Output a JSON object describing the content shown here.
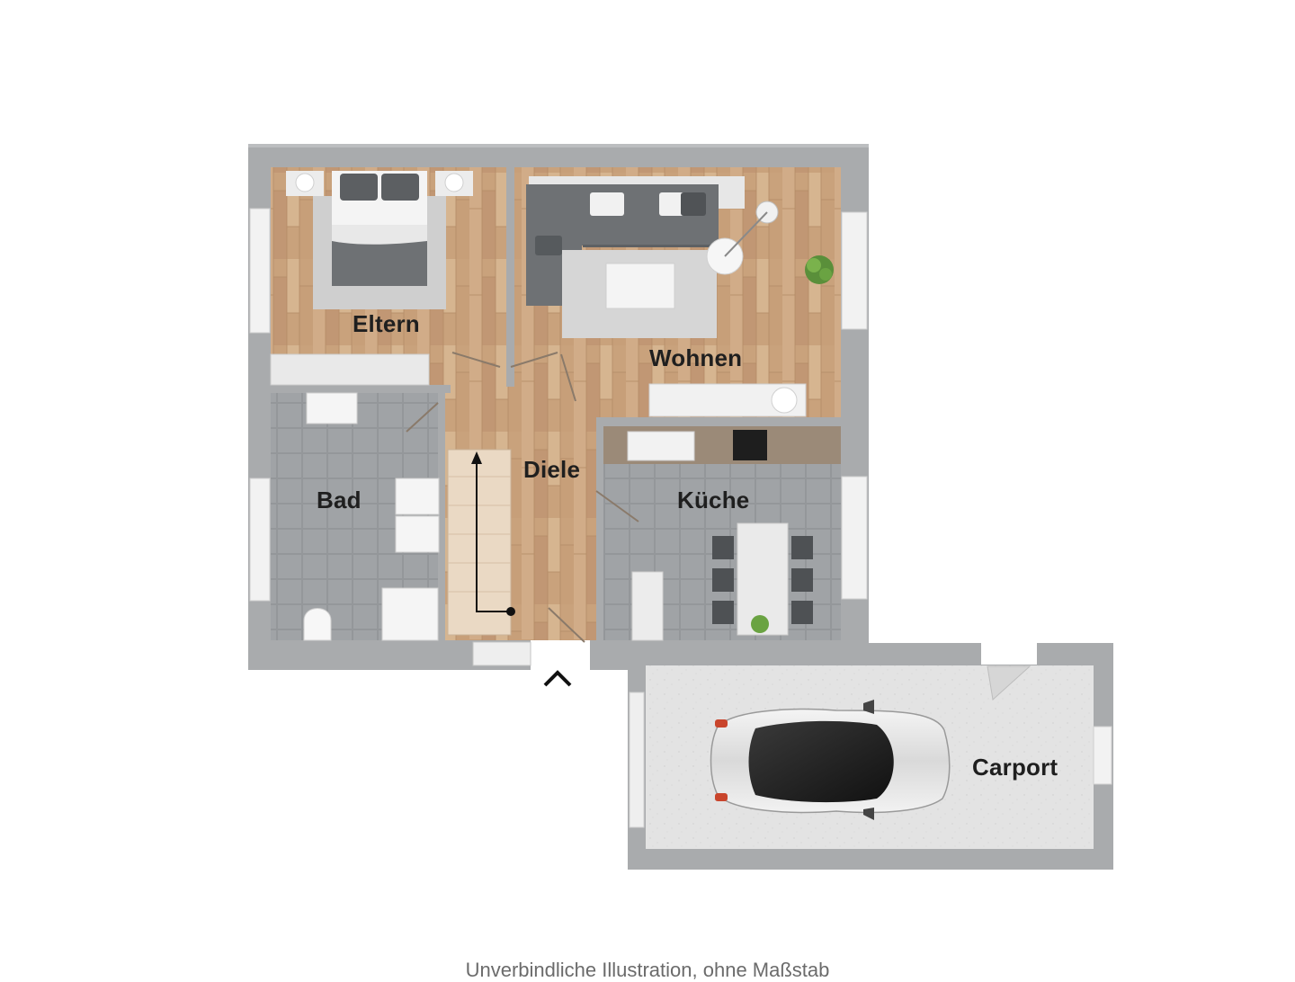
{
  "rooms": {
    "eltern": "Eltern",
    "wohnen": "Wohnen",
    "diele": "Diele",
    "bad": "Bad",
    "kueche": "Küche",
    "carport": "Carport"
  },
  "footer": {
    "text": "Unverbindliche Illustration, ohne Maßstab"
  },
  "colors": {
    "wall": "#a9abad",
    "wood": "#c8a07a",
    "tile": "#9fa2a5",
    "carport_floor": "#e4e4e4",
    "furniture_dark": "#6e7174",
    "label": "#1f1f1f"
  }
}
